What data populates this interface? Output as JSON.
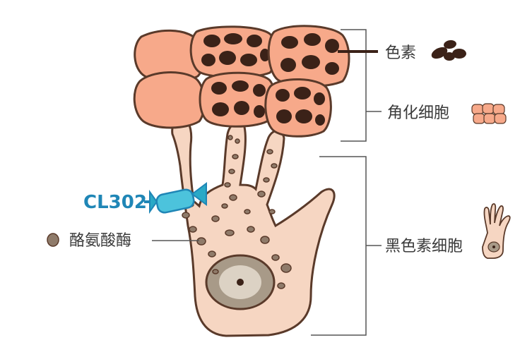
{
  "labels": {
    "pigment": "色素",
    "keratinocyte": "角化细胞",
    "melanocyte": "黑色素细胞",
    "tyrosinase": "酪氨酸酶",
    "compound": "CL302"
  },
  "colors": {
    "cell_fill": "#f6d6c2",
    "cell_outline": "#5a3a2a",
    "keratinocyte": "#f7a98a",
    "pigment": "#3b2218",
    "tyrosinase": "#8f7b6a",
    "nucleus": "#a89a88",
    "compound": "#2aa9c6",
    "compound_text": "#1f86b6",
    "label_text": "#3a3a3a",
    "bracket": "#555555"
  }
}
